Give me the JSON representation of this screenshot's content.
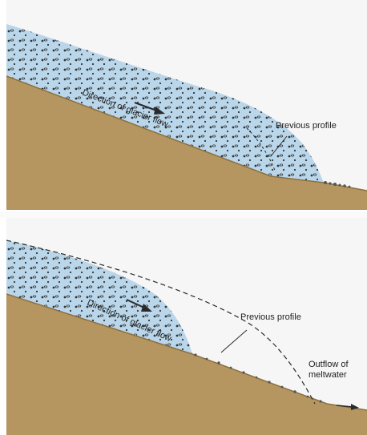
{
  "panels": [
    {
      "id": "advance",
      "flow_label": "Direction of glacier flow",
      "profile_label": "Previous profile"
    },
    {
      "id": "retreat",
      "flow_label": "Direction of glacier flow",
      "profile_label": "Previous profile",
      "outflow_label_line1": "Outflow of",
      "outflow_label_line2": "meltwater"
    }
  ],
  "colors": {
    "ground": "#b59560",
    "ground_dark": "#8d7040",
    "ice": "#b9d6ea",
    "sky": "#f6f6f6",
    "line": "#2a2a2a"
  }
}
